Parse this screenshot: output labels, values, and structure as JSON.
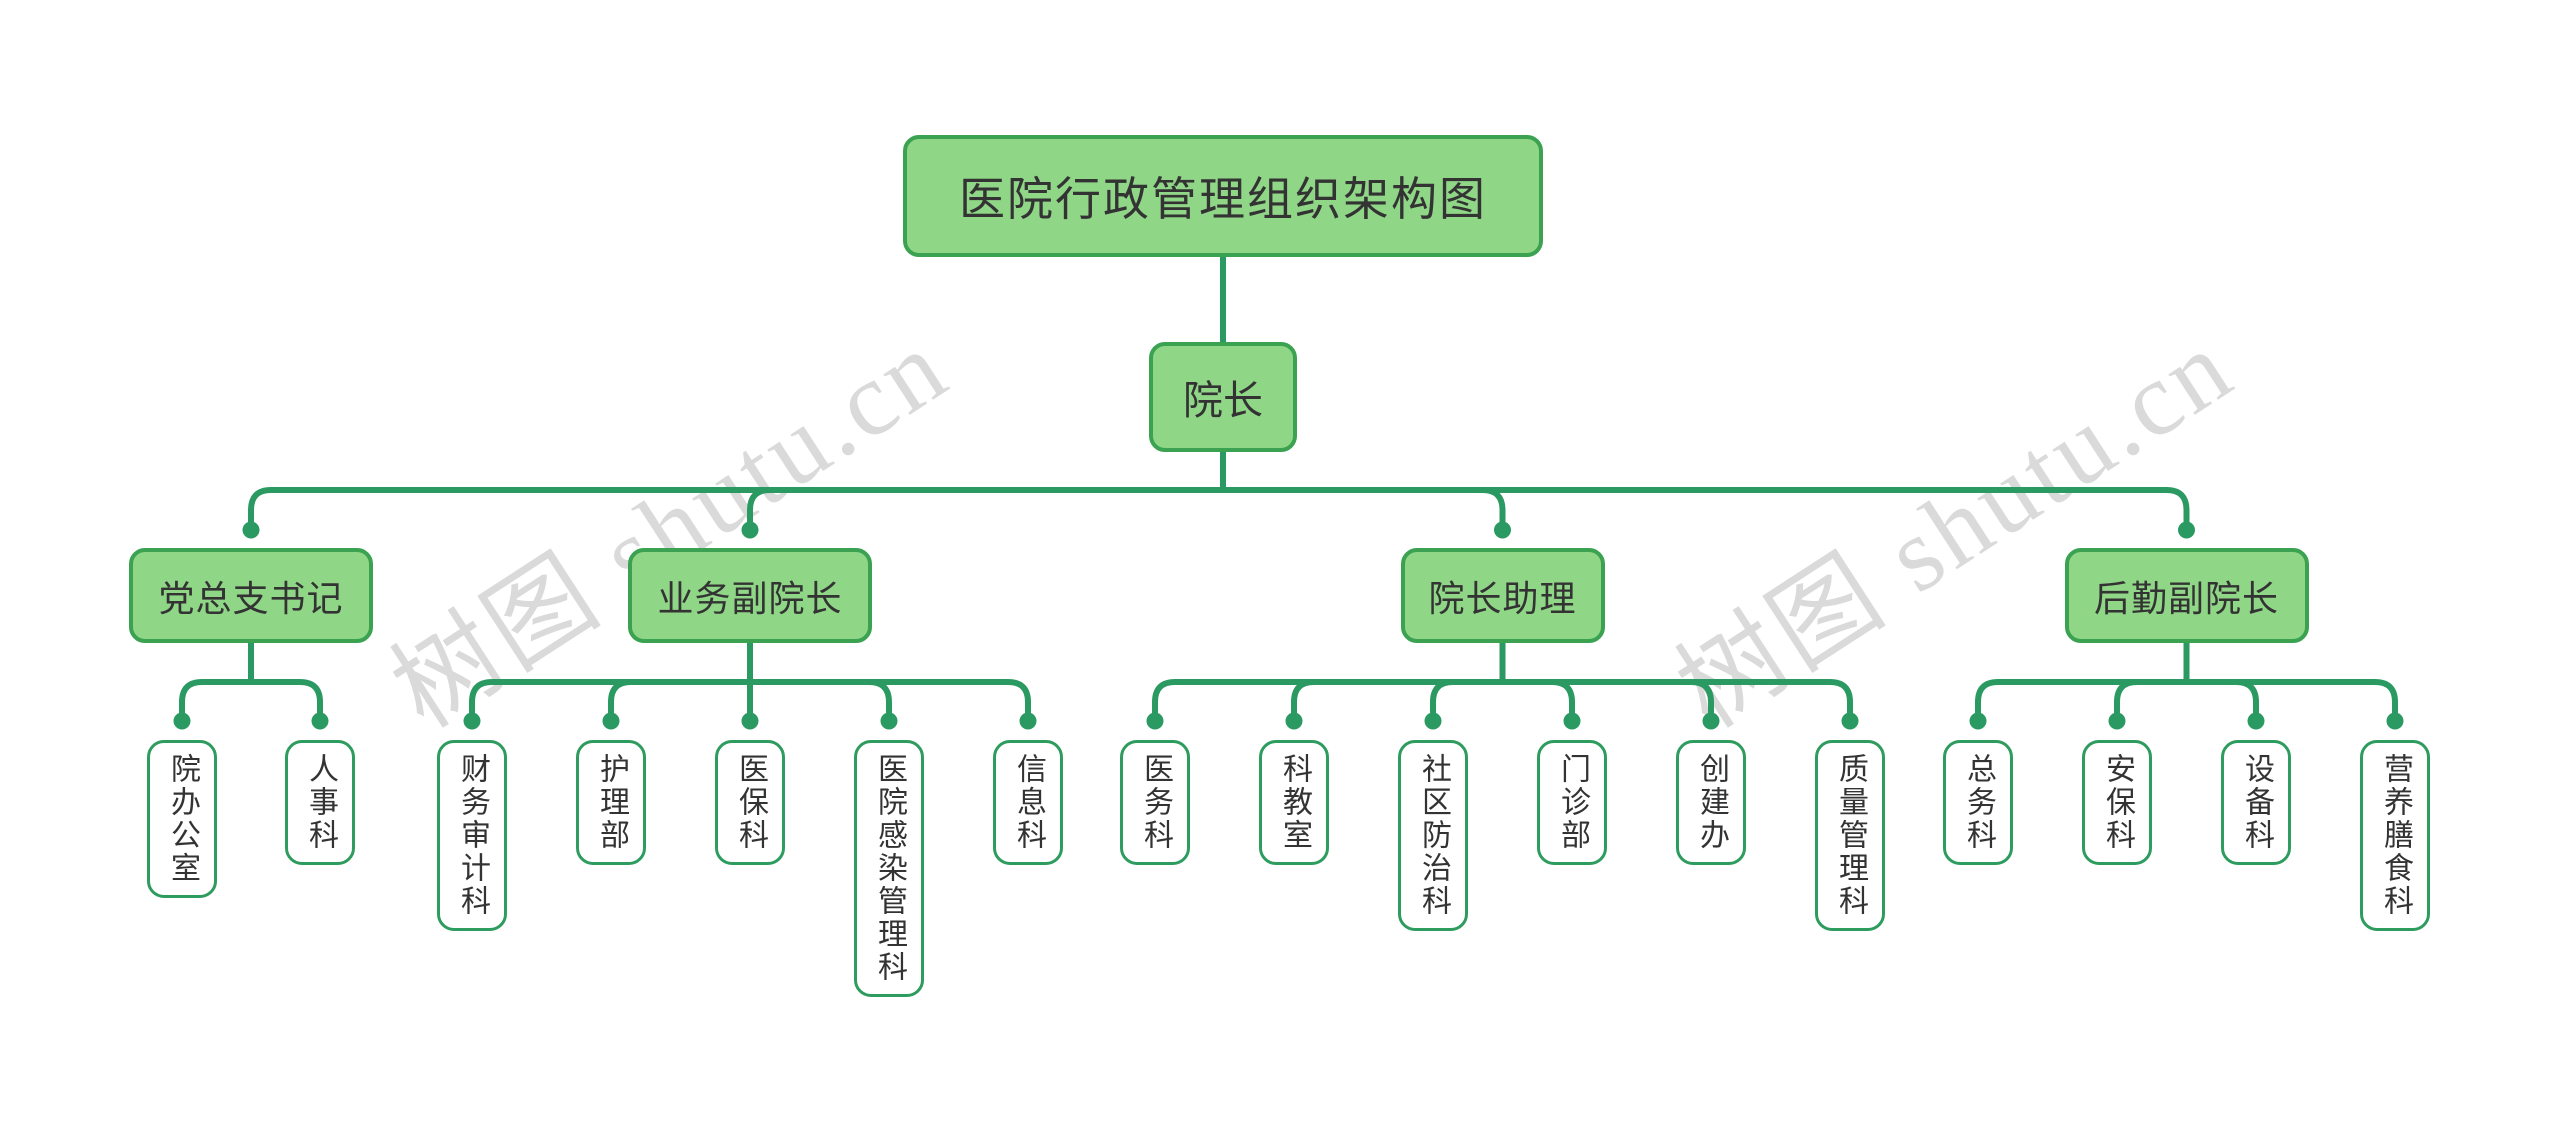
{
  "title": {
    "label": "医院行政管理组织架构图"
  },
  "root": {
    "label": "院长"
  },
  "branches": [
    {
      "label": "党总支书记",
      "children": [
        "院办公室",
        "人事科"
      ]
    },
    {
      "label": "业务副院长",
      "children": [
        "财务审计科",
        "护理部",
        "医保科",
        "医院感染管理科",
        "信息科"
      ]
    },
    {
      "label": "院长助理",
      "children": [
        "医务科",
        "科教室",
        "社区防治科",
        "门诊部",
        "创建办",
        "质量管理科"
      ]
    },
    {
      "label": "后勤副院长",
      "children": [
        "总务科",
        "安保科",
        "设备科",
        "营养膳食科"
      ]
    }
  ],
  "watermark": {
    "text": "树图 shutu.cn"
  },
  "colors": {
    "node_fill": "#8FD687",
    "node_border": "#3AA250",
    "connector": "#2B9A62",
    "leaf_fill": "#FFFFFF",
    "leaf_border": "#2E9C5F",
    "text": "#333333",
    "watermark": "#DADADA"
  }
}
